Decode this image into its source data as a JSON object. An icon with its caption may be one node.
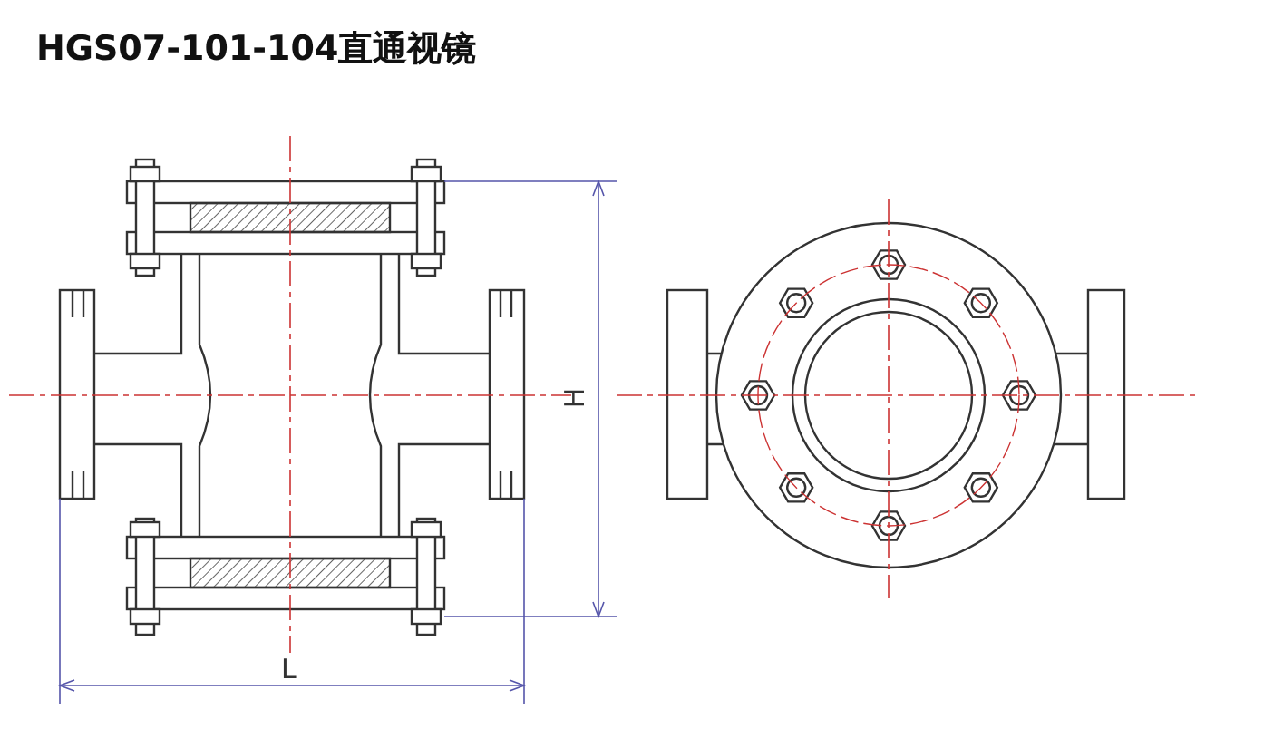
{
  "diagram": {
    "title": "HGS07-101-104直通视镜",
    "labels": [
      "H",
      "L"
    ]
  }
}
